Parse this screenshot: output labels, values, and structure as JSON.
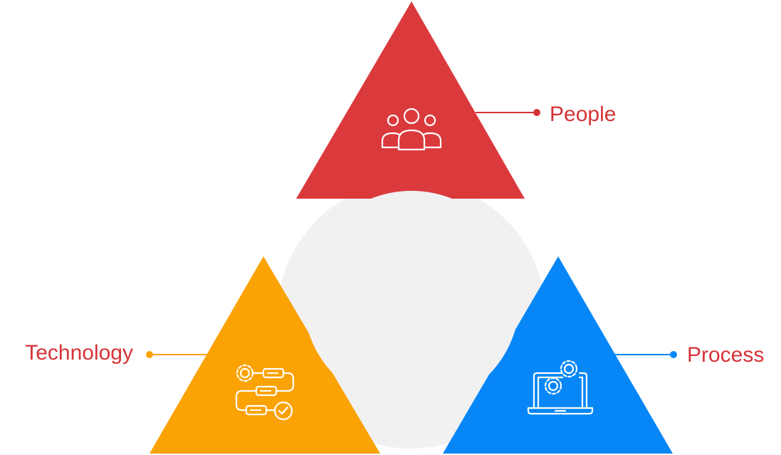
{
  "diagram": {
    "colors": {
      "people": "#db3a3d",
      "technology": "#fba204",
      "process": "#0787f7",
      "center_circle": "#f1f1f2",
      "label_text": "#d63338"
    },
    "segments": [
      {
        "id": "people",
        "label": "People",
        "icon": "people-group-icon"
      },
      {
        "id": "technology",
        "label": "Technology",
        "icon": "workflow-gears-icon"
      },
      {
        "id": "process",
        "label": "Process",
        "icon": "laptop-gears-icon"
      }
    ]
  }
}
